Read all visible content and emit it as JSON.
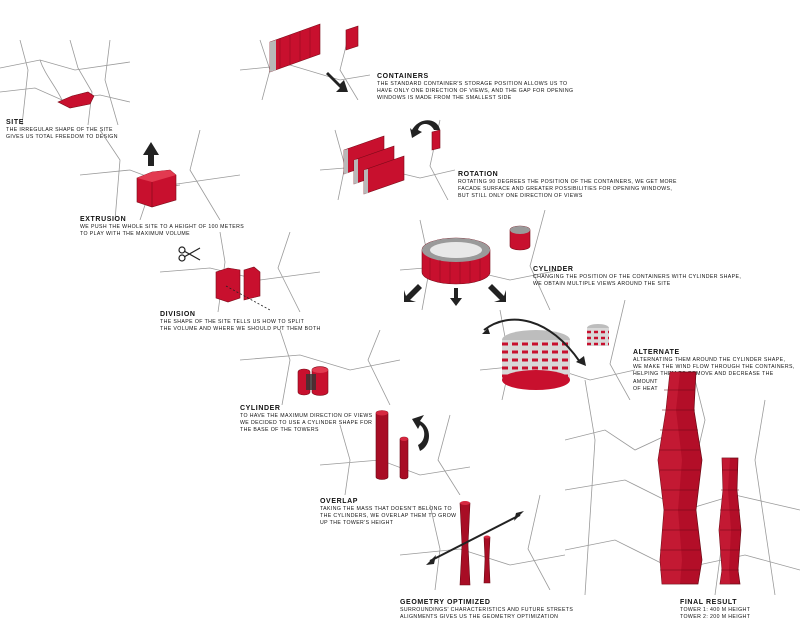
{
  "steps": {
    "site": {
      "title": "SITE",
      "desc": "The irregular shape of the site\ngives us total freedom to design"
    },
    "extrusion": {
      "title": "EXTRUSION",
      "desc": "We push the whole site to a height of 100 meters\nto play with the maximum volume"
    },
    "division": {
      "title": "DIVISION",
      "desc": "The shape of the site tells us how to split\nthe volume and where we should put them both"
    },
    "cylinder1": {
      "title": "CYLINDER",
      "desc": "To have the maximum direction of views\nwe decided to use a cylinder shape for\nthe base of the towers"
    },
    "overlap": {
      "title": "OVERLAP",
      "desc": "Taking the mass that doesn't belong to\nthe cylinders, we overlap them to grow\nup the tower's height"
    },
    "geometry": {
      "title": "GEOMETRY OPTIMIZED",
      "desc": "Surroundings' characteristics and future streets\nalignments gives us the geometry optimization"
    },
    "containers": {
      "title": "CONTAINERS",
      "desc": "The standard container's storage position allows us to\nhave only one direction of views, and the gap for opening\nwindows is made from the smallest side"
    },
    "rotation": {
      "title": "ROTATION",
      "desc": "Rotating 90 degrees the position of the containers, we get more\nfacade surface and greater possibilities for opening windows,\nbut still only one direction of views"
    },
    "cylinder2": {
      "title": "CYLINDER",
      "desc": "Changing the position of the containers with cylinder shape,\nwe obtain multiple views around the site"
    },
    "alternate": {
      "title": "ALTERNATE",
      "desc": "Alternating them around the cylinder shape,\nwe make the wind flow through the containers,\nhelping them to remove and decrease the amount\nof heat"
    },
    "final": {
      "title": "FINAL RESULT",
      "tower1": "Tower 1:  400 m height",
      "tower2": "Tower 2:  200 m height"
    }
  },
  "colors": {
    "red": "#c8102e",
    "darkRed": "#7a0a18",
    "grey": "#b8b8b8",
    "darkGrey": "#7d7d7d",
    "map": "#9a9a9a"
  }
}
